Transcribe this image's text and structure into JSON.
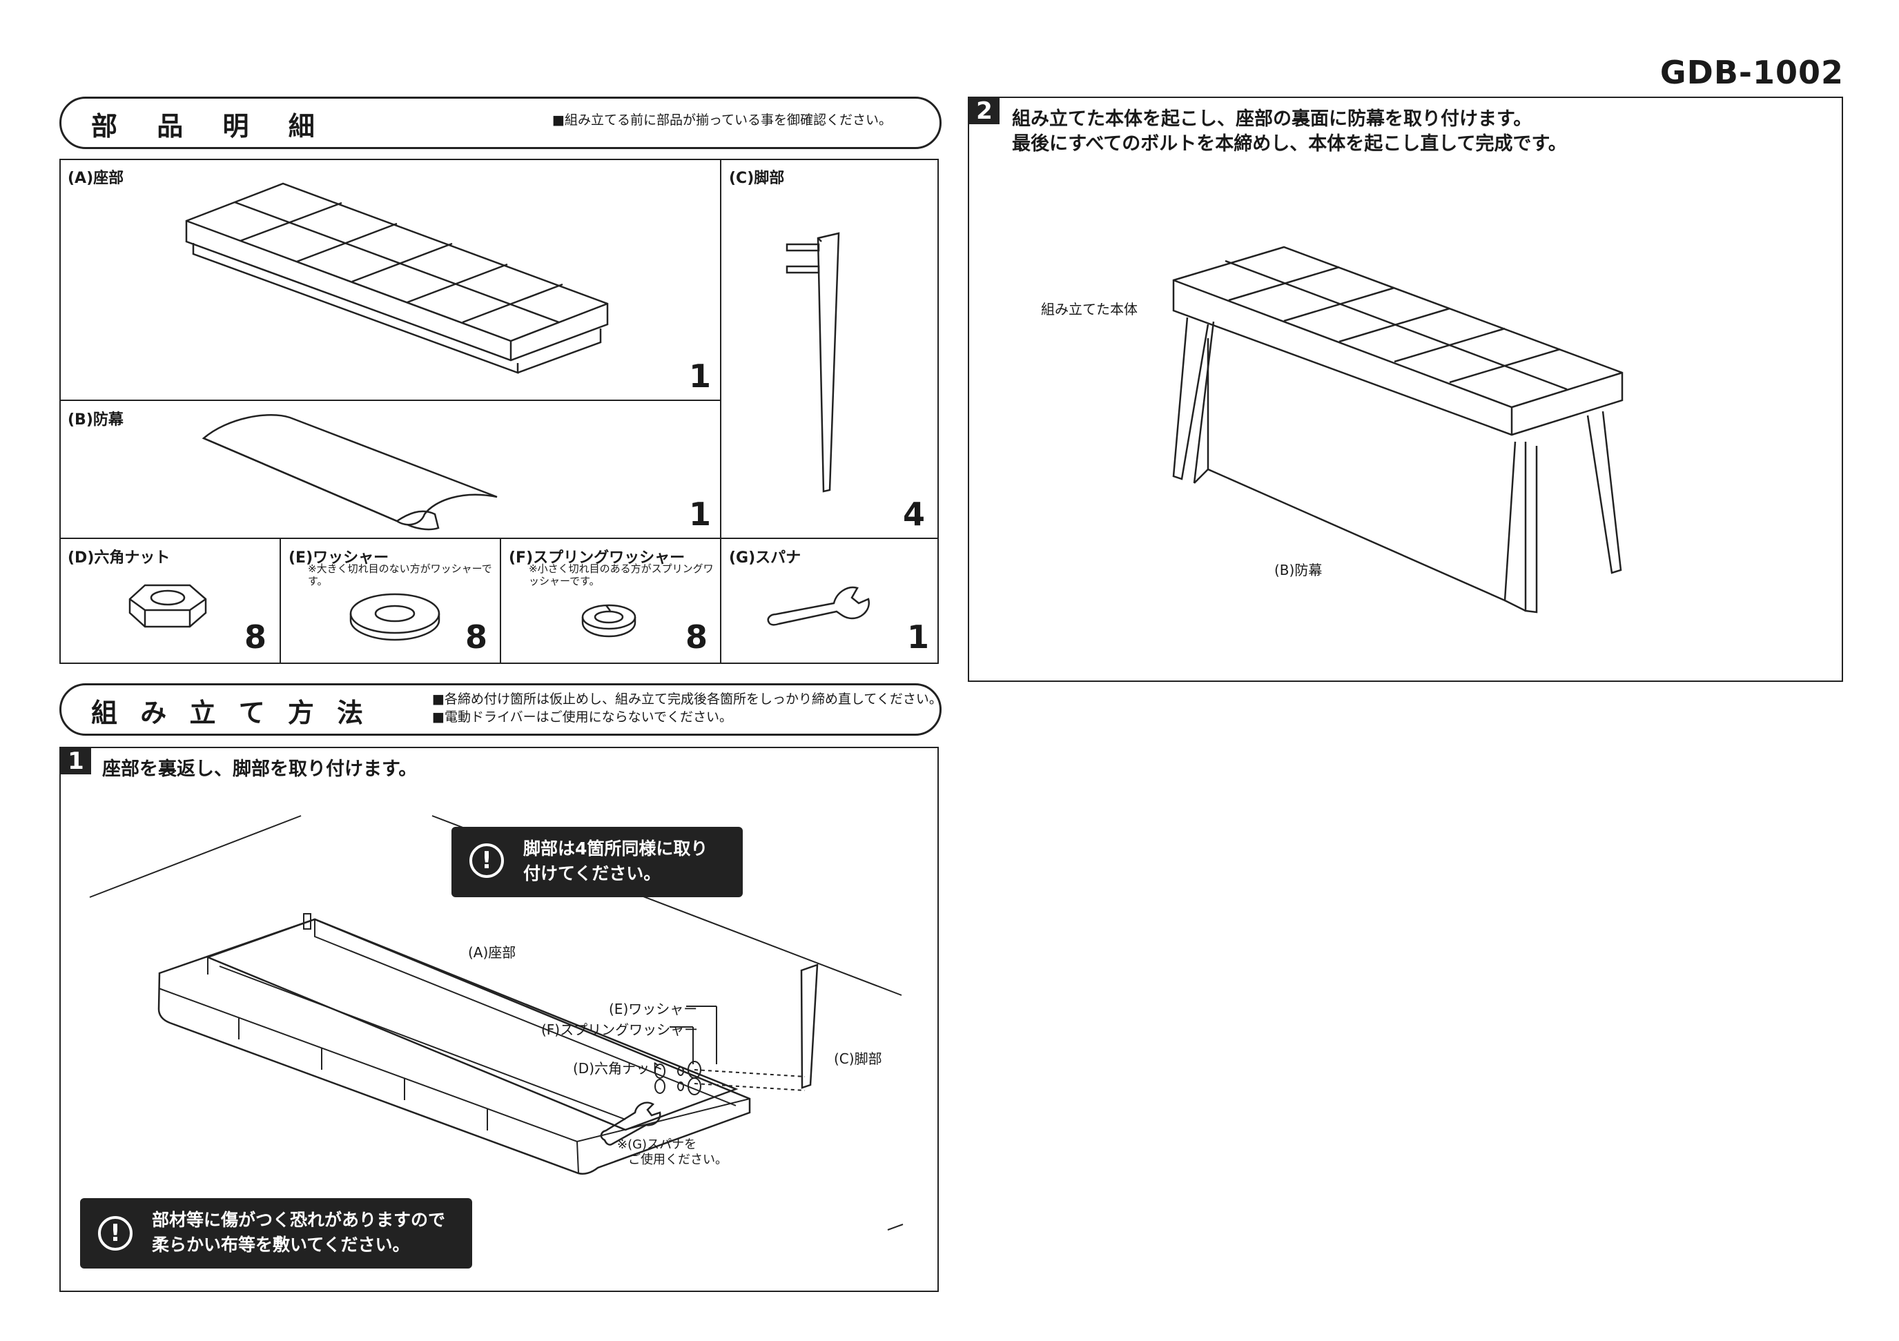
{
  "model": "GDB-1002",
  "parts_section": {
    "title": "部 品 明 細",
    "note": "■組み立てる前に部品が揃っている事を御確認ください。",
    "parts": [
      {
        "label": "(A)座部",
        "qty": "1"
      },
      {
        "label": "(B)防幕",
        "qty": "1"
      },
      {
        "label": "(C)脚部",
        "qty": "4"
      },
      {
        "label": "(D)六角ナット",
        "qty": "8"
      },
      {
        "label": "(E)ワッシャー",
        "note": "※大きく切れ目のない方がワッシャーです。",
        "qty": "8"
      },
      {
        "label": "(F)スプリングワッシャー",
        "note": "※小さく切れ目のある方がスプリングワッシャーです。",
        "qty": "8"
      },
      {
        "label": "(G)スパナ",
        "qty": "1"
      }
    ]
  },
  "assembly_section": {
    "title": "組 み 立 て 方 法",
    "notes": [
      "■各締め付け箇所は仮止めし、組み立て完成後各箇所をしっかり締め直してください。",
      "■電動ドライバーはご使用にならないでください。"
    ]
  },
  "step1": {
    "number": "1",
    "text": "座部を裏返し、脚部を取り付けます。",
    "callout_top": [
      "脚部は4箇所同様に取り",
      "付けてください。"
    ],
    "callout_bottom": [
      "部材等に傷がつく恐れがありますので",
      "柔らかい布等を敷いてください。"
    ],
    "labels": {
      "seat": "(A)座部",
      "washer": "(E)ワッシャー",
      "spring_washer": "(F)スプリングワッシャー",
      "nut": "(D)六角ナット",
      "leg": "(C)脚部",
      "spanner_note": [
        "※(G)スパナを",
        "ご使用ください。"
      ]
    }
  },
  "step2": {
    "number": "2",
    "text": [
      "組み立てた本体を起こし、座部の裏面に防幕を取り付けます。",
      "最後にすべてのボルトを本締めし、本体を起こし直して完成です。"
    ],
    "labels": {
      "body": "組み立てた本体",
      "curtain": "(B)防幕"
    }
  }
}
